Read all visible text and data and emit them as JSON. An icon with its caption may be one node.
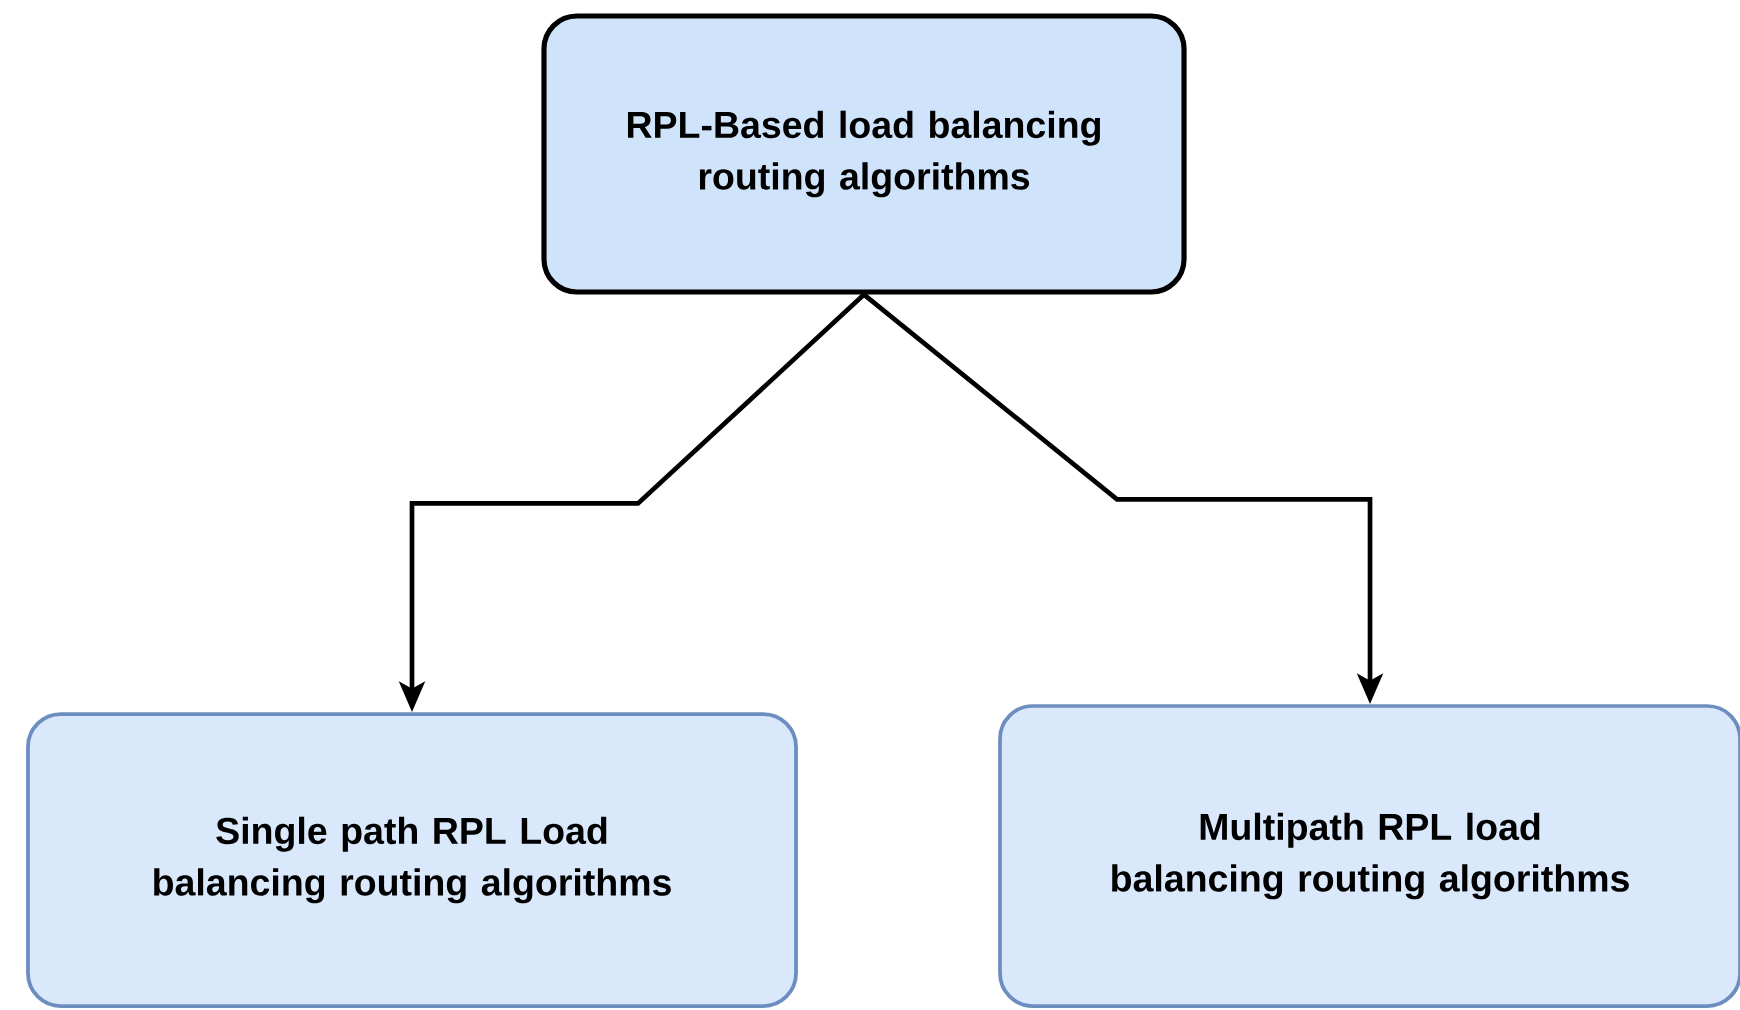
{
  "diagram": {
    "nodes": [
      {
        "text": [
          "RPL-Based load balancing routing algorithms"
        ]
      },
      {
        "text": [
          "Single path RPL Load balancing routing algorithms"
        ]
      },
      {
        "text": [
          "Multipath RPL load balancing routing algorithms"
        ]
      }
    ],
    "edges": [
      {
        "from": 0,
        "to": 1,
        "arrow": "to"
      },
      {
        "from": 0,
        "to": 2,
        "arrow": "to"
      }
    ]
  }
}
